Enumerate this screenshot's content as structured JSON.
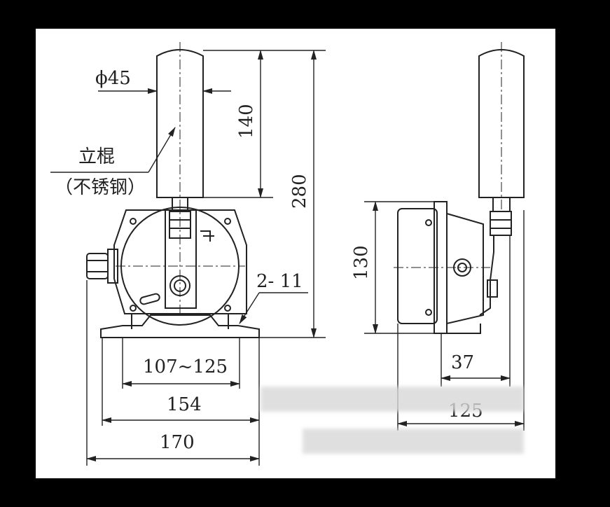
{
  "labels": {
    "diameter": "ϕ45",
    "rod_line1": "立棍",
    "rod_line2": "（不锈钢）",
    "rod_height": "140",
    "total_height": "280",
    "holes": "2- 11",
    "mount_range": "107~125",
    "base_inner": "154",
    "base_outer": "170",
    "side_height": "130",
    "side_offset": "37",
    "side_depth": "125"
  },
  "colors": {
    "frame": "#000000",
    "sheet": "#ffffff",
    "line": "#222222"
  }
}
